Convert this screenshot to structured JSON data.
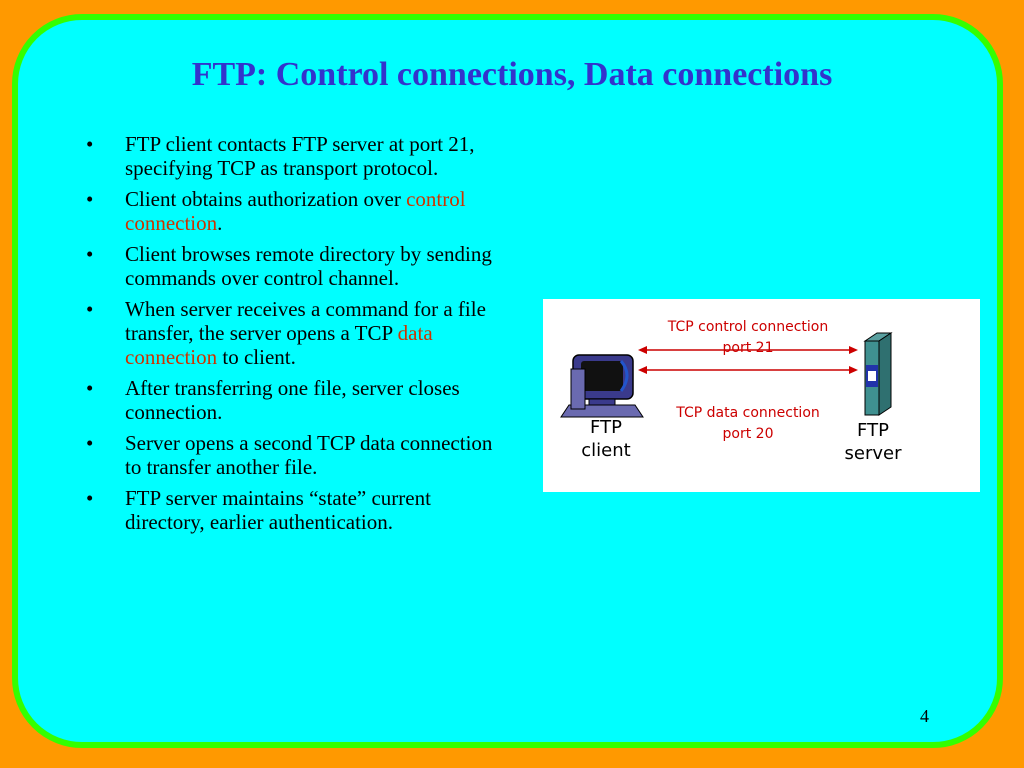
{
  "slide": {
    "title": "FTP: Control connections, Data connections",
    "page_number": "4"
  },
  "bullets": [
    {
      "pre": "FTP client contacts FTP server at port 21, specifying TCP as transport protocol.",
      "hl": "",
      "post": ""
    },
    {
      "pre": "Client obtains authorization over ",
      "hl": "control connection",
      "post": "."
    },
    {
      "pre": "Client browses remote directory by sending commands over control channel.",
      "hl": "",
      "post": ""
    },
    {
      "pre": "When server receives a command for a file transfer, the server opens a TCP ",
      "hl": "data connection",
      "post": " to client."
    },
    {
      "pre": "After transferring one file, server closes connection.",
      "hl": "",
      "post": ""
    },
    {
      "pre": "Server opens a second TCP data connection to transfer another file.",
      "hl": "",
      "post": ""
    },
    {
      "pre": "FTP server maintains “state” current directory, earlier authentication.",
      "hl": "",
      "post": ""
    }
  ],
  "diagram": {
    "control_label_line1": "TCP control connection",
    "control_label_line2": "port 21",
    "data_label_line1": "TCP data connection",
    "data_label_line2": "port 20",
    "client_label_line1": "FTP",
    "client_label_line2": "client",
    "server_label_line1": "FTP",
    "server_label_line2": "server",
    "colors": {
      "connection_text": "#cc0000",
      "arrow": "#cc0000",
      "title": "#3333cc",
      "highlight": "#cc3300",
      "panel": "#00ffff",
      "panel_border": "#33ff00",
      "background": "#ff9900"
    }
  }
}
